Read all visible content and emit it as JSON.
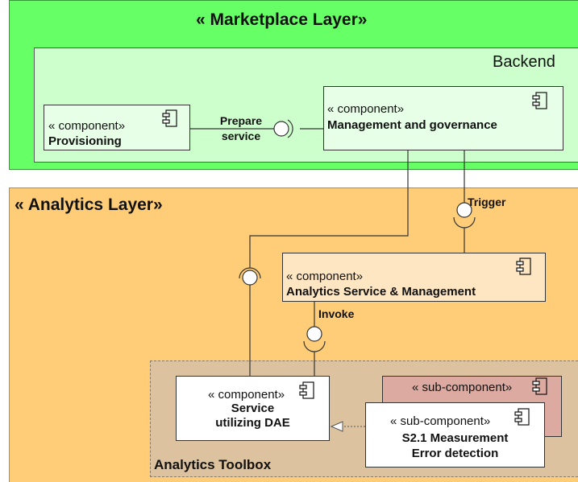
{
  "marketplace_layer": {
    "title": "« Marketplace Layer»",
    "backend": {
      "title": "Backend",
      "provisioning": {
        "stereotype": "« component»",
        "name": "Provisioning"
      },
      "management": {
        "stereotype": "« component»",
        "name": "Management and governance"
      },
      "interface_label_line1": "Prepare",
      "interface_label_line2": "service"
    }
  },
  "analytics_layer": {
    "title": "« Analytics Layer»",
    "trigger_label": "Trigger",
    "invoke_label": "Invoke",
    "analytics_service": {
      "stereotype": "« component»",
      "name": "Analytics Service & Management"
    },
    "toolbox": {
      "title": "Analytics Toolbox",
      "service_dae": {
        "stereotype": "« component»",
        "name_line1": "Service",
        "name_line2": "utilizing DAE"
      },
      "sub_component_back": {
        "stereotype": "« sub-component»"
      },
      "sub_component_front": {
        "stereotype": "« sub-component»",
        "name_line1": "S2.1 Measurement",
        "name_line2": "Error detection"
      }
    }
  },
  "colors": {
    "marketplace_fill": "#66ff66",
    "backend_fill": "#ccffcc",
    "component_green_fill": "#e6ffe6",
    "analytics_fill": "#ffcc77",
    "analytics_service_fill": "#ffe6c2",
    "toolbox_fill": "#dcc29f",
    "sub_component_back_fill": "#dcaaa0"
  }
}
